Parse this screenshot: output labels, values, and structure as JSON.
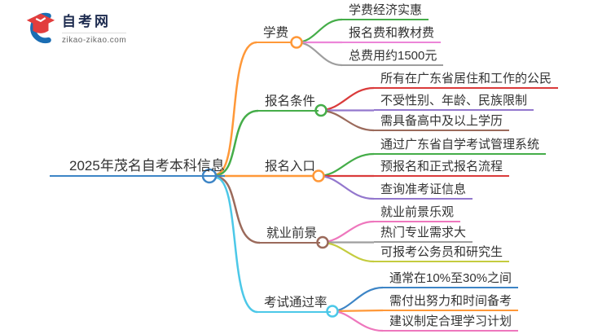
{
  "logo": {
    "title": "自考网",
    "domain": "zikao-zikao.com"
  },
  "palette": {
    "blue": "#3d85c6",
    "orange": "#ff9838",
    "green": "#45ad49",
    "red": "#da3b3b",
    "purple": "#9377cd",
    "brown": "#9b6a5b",
    "cyan": "#4cc8e8",
    "pink": "#ee77bd",
    "violet_pink": "#ec85d8",
    "gray": "#9e9e9e",
    "yellow_green": "#c4cc3f",
    "text": "#333333"
  },
  "mindmap": {
    "root": "2025年茂名自考本科信息",
    "branches": [
      {
        "label": "学费",
        "color": "orange",
        "children": [
          {
            "label": "学费经济实惠",
            "color": "green"
          },
          {
            "label": "报名费和教材费",
            "color": "violet_pink"
          },
          {
            "label": "总费用约1500元",
            "color": "gray"
          }
        ]
      },
      {
        "label": "报名条件",
        "color": "green",
        "children": [
          {
            "label": "所有在广东省居住和工作的公民",
            "color": "red"
          },
          {
            "label": "不受性别、年龄、民族限制",
            "color": "purple"
          },
          {
            "label": "需具备高中及以上学历",
            "color": "brown"
          }
        ]
      },
      {
        "label": "报名入口",
        "color": "orange",
        "children": [
          {
            "label": "通过广东省自学考试管理系统",
            "color": "green"
          },
          {
            "label": "预报名和正式报名流程",
            "color": "red"
          },
          {
            "label": "查询准考证信息",
            "color": "purple"
          }
        ]
      },
      {
        "label": "就业前景",
        "color": "brown",
        "children": [
          {
            "label": "就业前景乐观",
            "color": "pink"
          },
          {
            "label": "热门专业需求大",
            "color": "gray"
          },
          {
            "label": "可报考公务员和研究生",
            "color": "yellow_green"
          }
        ]
      },
      {
        "label": "考试通过率",
        "color": "cyan",
        "children": [
          {
            "label": "通常在10%至30%之间",
            "color": "blue"
          },
          {
            "label": "需付出努力和时间备考",
            "color": "orange"
          },
          {
            "label": "建议制定合理学习计划",
            "color": "pink"
          }
        ]
      }
    ]
  }
}
